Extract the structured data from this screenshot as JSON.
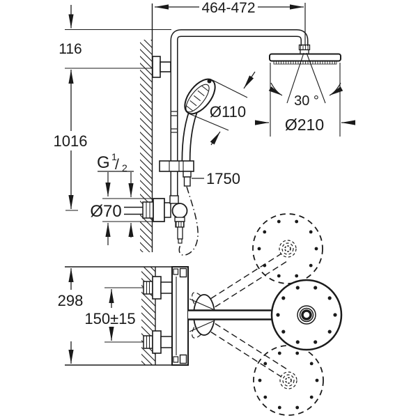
{
  "drawing": {
    "title": "shower-system-technical-drawing",
    "dimensions": {
      "top_width": "464-472",
      "top_offset": "116",
      "riser_height": "1016",
      "thread_g": "G",
      "thread_num": "1",
      "thread_slash": "/",
      "thread_den": "2",
      "inlet_diameter": "Ø70",
      "hand_shower_diameter": "Ø110",
      "hose_length": "1750",
      "head_tilt_angle": "30 °",
      "head_diameter": "Ø210",
      "body_width": "298",
      "connection_distance": "150±15"
    },
    "colors": {
      "line": "#1a1a1a",
      "background": "#ffffff"
    }
  }
}
